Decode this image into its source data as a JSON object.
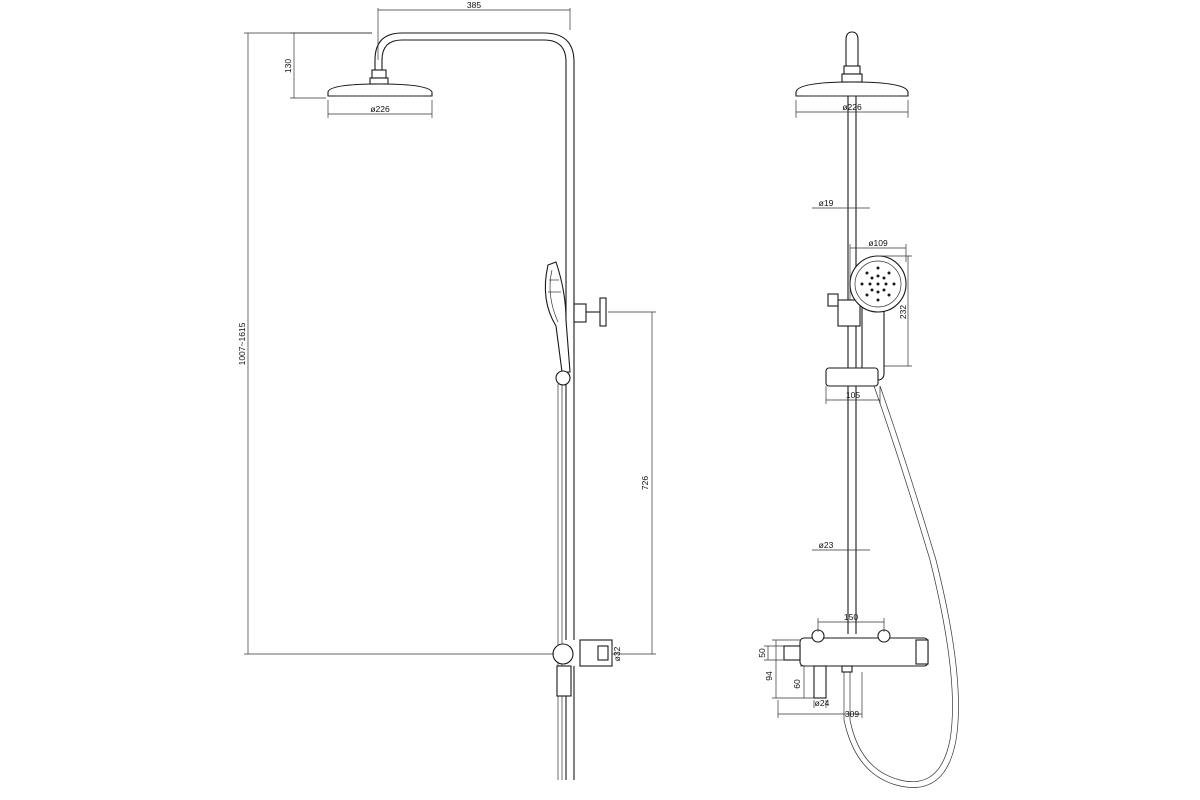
{
  "dimensions": {
    "side": {
      "arm_reach": "385",
      "head_height": "130",
      "head_diameter": "ø226",
      "total_height": "1007~1615",
      "bracket_to_bottom": "726",
      "pipe_diameter": "ø32"
    },
    "front": {
      "head_diameter": "ø226",
      "upper_pipe_diameter": "ø19",
      "handshower_diameter": "ø109",
      "handshower_length": "232",
      "holder_width": "105",
      "lower_pipe_diameter": "ø23",
      "mixer_center_distance": "150",
      "mixer_top_height": "50",
      "mixer_height": "94",
      "spout_height": "60",
      "spout_diameter": "ø24",
      "mixer_depth": "309"
    }
  }
}
